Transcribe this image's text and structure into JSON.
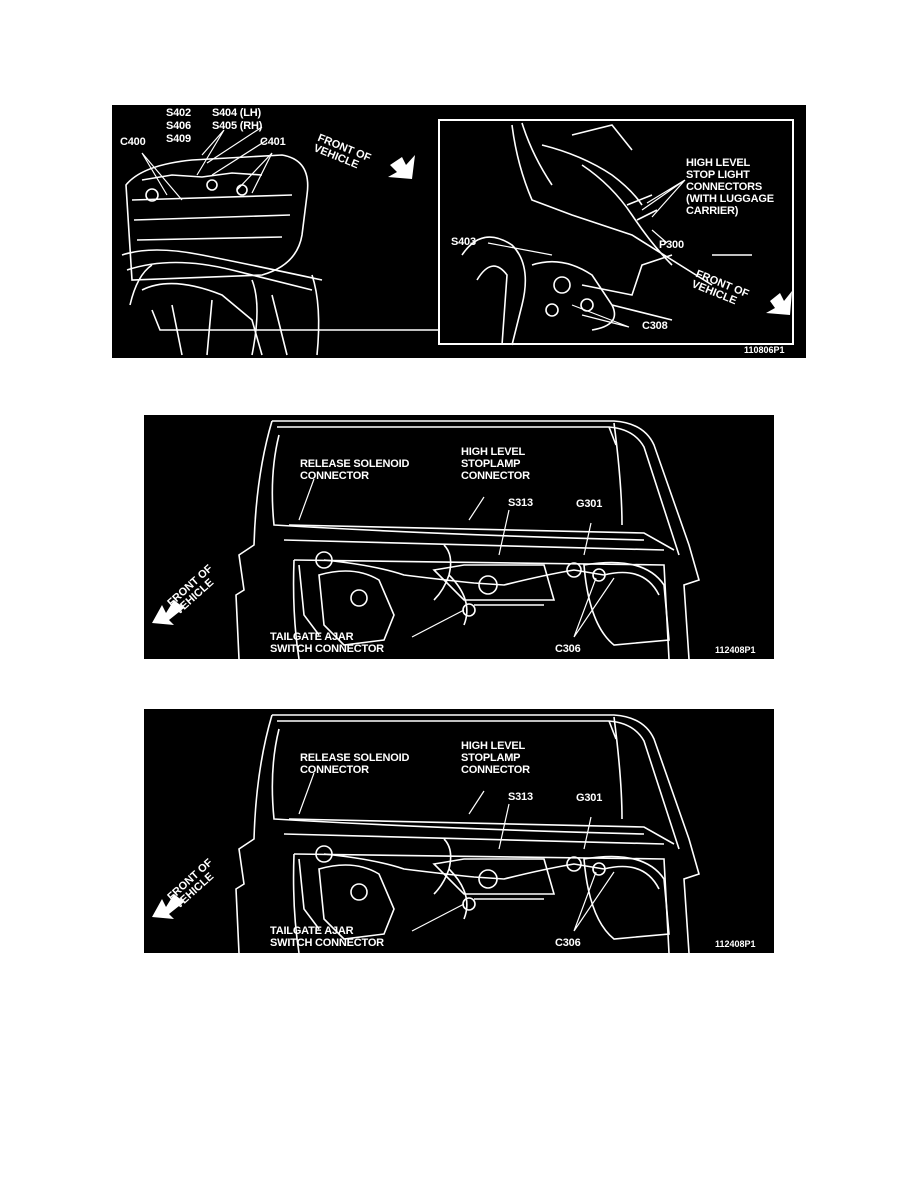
{
  "figure1": {
    "id": "110806P1",
    "labels": {
      "s402": "S402",
      "s406": "S406",
      "s409": "S409",
      "s404": "S404 (LH)",
      "s405": "S405 (RH)",
      "c400": "C400",
      "c401": "C401",
      "front_left": "FRONT OF\nVEHICLE",
      "hls_connectors": "HIGH LEVEL\nSTOP LIGHT\nCONNECTORS\n(WITH LUGGAGE\nCARRIER)",
      "s403": "S403",
      "p300": "P300",
      "front_right": "FRONT OF\nVEHICLE",
      "c308": "C308"
    }
  },
  "figure2": {
    "id": "112408P1",
    "labels": {
      "release": "RELEASE SOLENOID\nCONNECTOR",
      "stoplamp": "HIGH LEVEL\nSTOPLAMP\nCONNECTOR",
      "s313": "S313",
      "g301": "G301",
      "front": "FRONT OF\nVEHICLE",
      "ajar": "TAILGATE AJAR\nSWITCH CONNECTOR",
      "c306": "C306"
    }
  },
  "figure3": {
    "id": "112408P1",
    "labels": {
      "release": "RELEASE SOLENOID\nCONNECTOR",
      "stoplamp": "HIGH LEVEL\nSTOPLAMP\nCONNECTOR",
      "s313": "S313",
      "g301": "G301",
      "front": "FRONT OF\nVEHICLE",
      "ajar": "TAILGATE AJAR\nSWITCH CONNECTOR",
      "c306": "C306"
    }
  },
  "colors": {
    "panel_bg": "#000000",
    "line": "#ffffff"
  }
}
